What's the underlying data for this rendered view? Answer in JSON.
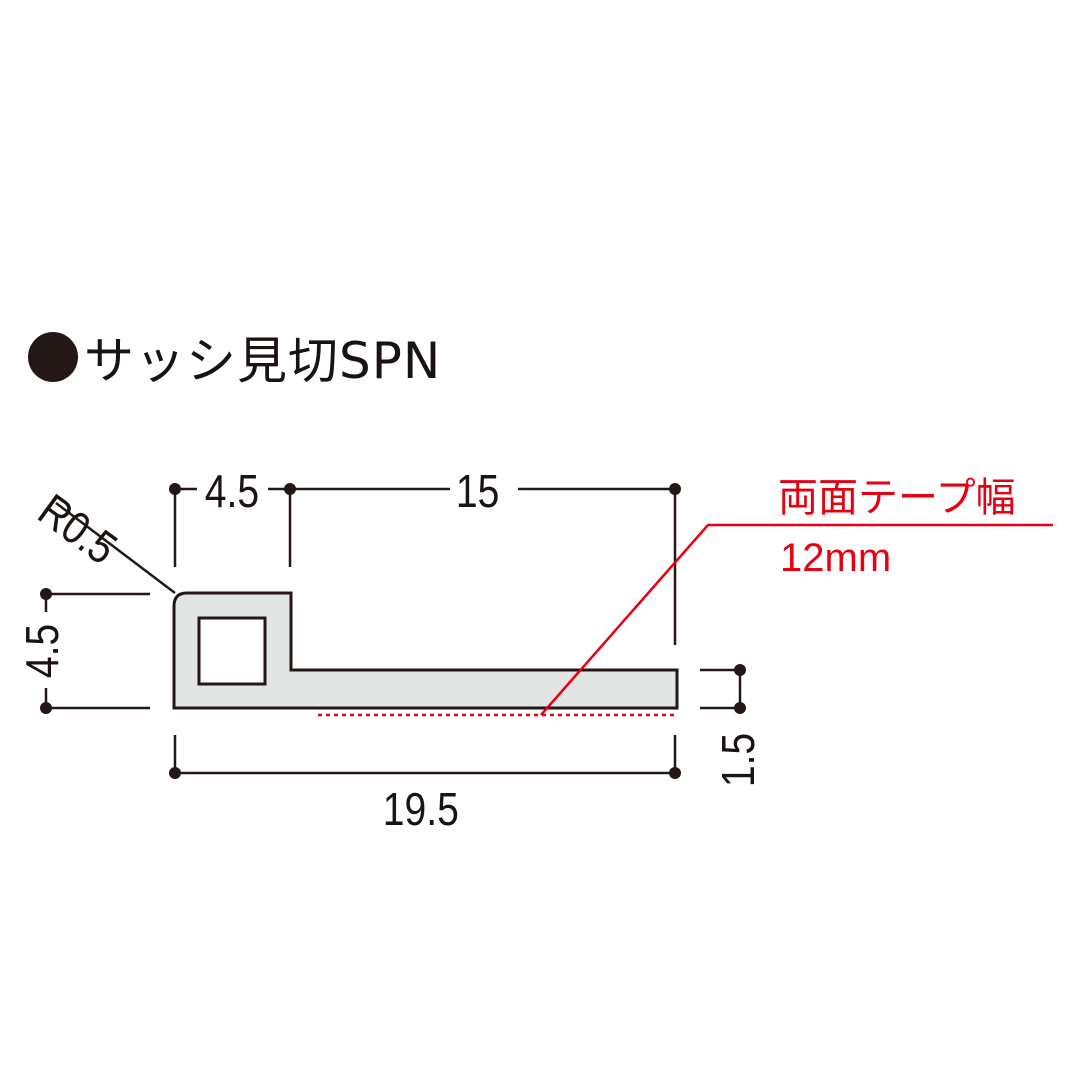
{
  "title": {
    "bullet": "●",
    "text": "サッシ見切SPN"
  },
  "dimensions": {
    "radius": "R0.5",
    "top_left_width": "4.5",
    "top_right_width": "15",
    "left_height": "4.5",
    "flange_thickness": "1.5",
    "total_width": "19.5"
  },
  "annotation": {
    "line1": "両面テープ幅",
    "line2": "12mm",
    "color": "#e60012"
  },
  "colors": {
    "profile_fill": "#e3e4e4",
    "line": "#231815",
    "tape": "#e60012"
  }
}
